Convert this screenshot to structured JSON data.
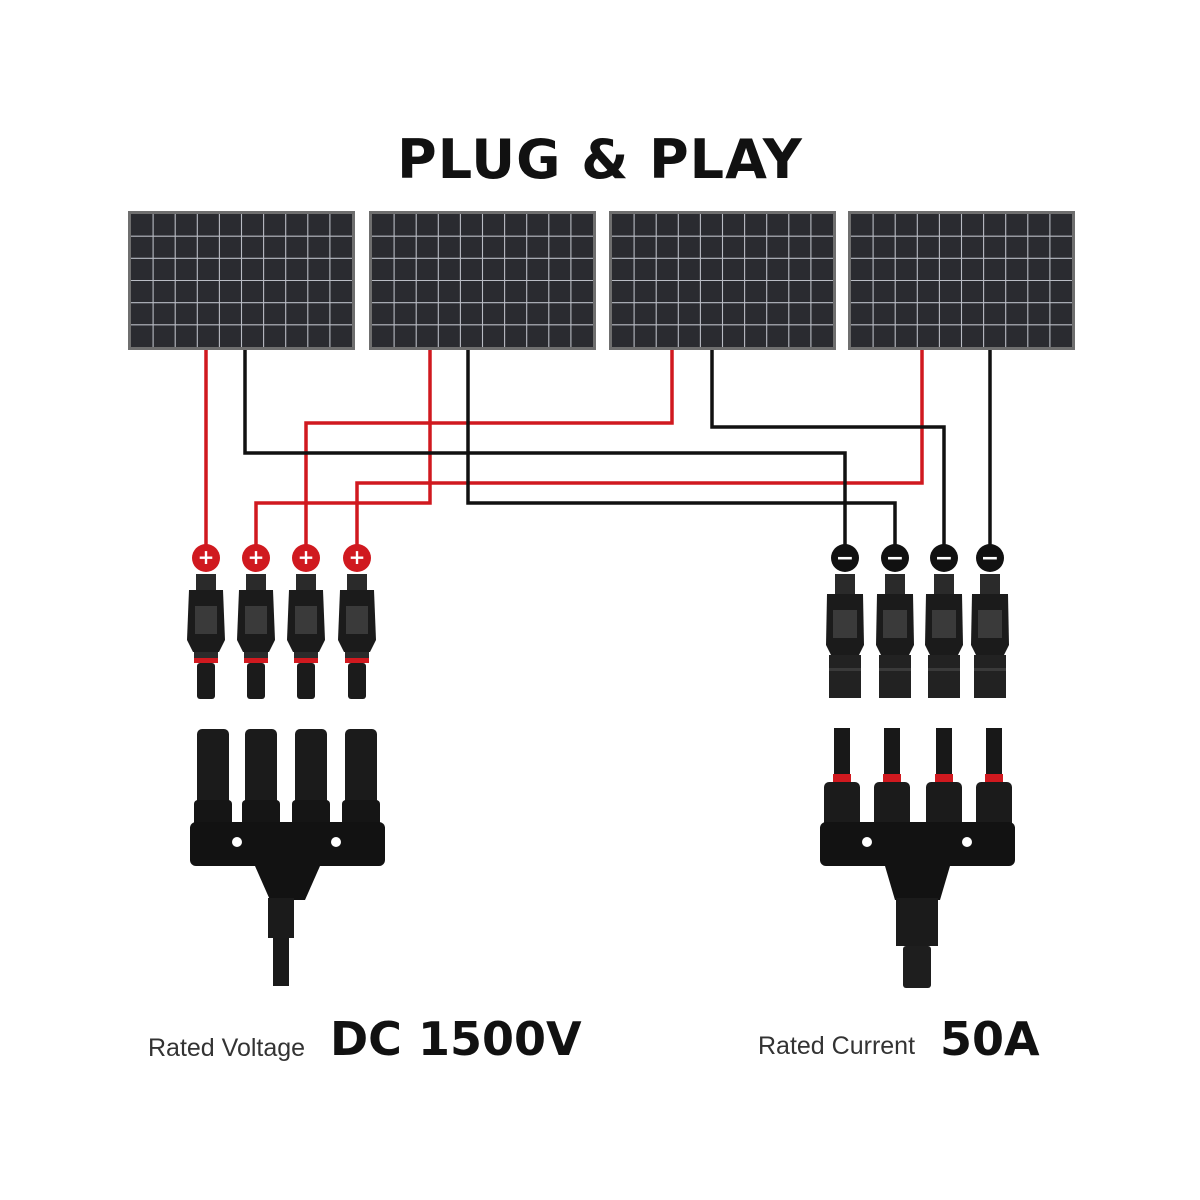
{
  "title": "PLUG & PLAY",
  "panels": [
    {
      "name": "solar-panel-1"
    },
    {
      "name": "solar-panel-2"
    },
    {
      "name": "solar-panel-3"
    },
    {
      "name": "solar-panel-4"
    }
  ],
  "polarity": {
    "positive": "+",
    "negative": "−"
  },
  "specs": {
    "voltage_label": "Rated Voltage",
    "voltage_value": "DC 1500V",
    "current_label": "Rated Current",
    "current_value": "50A"
  },
  "colors": {
    "positive_wire": "#d0191f",
    "negative_wire": "#111111",
    "panel_cell": "#2a2b30",
    "panel_frame": "#8a8a8a",
    "connector": "#1b1b1b"
  },
  "icons": [
    "plus-icon",
    "minus-icon"
  ]
}
